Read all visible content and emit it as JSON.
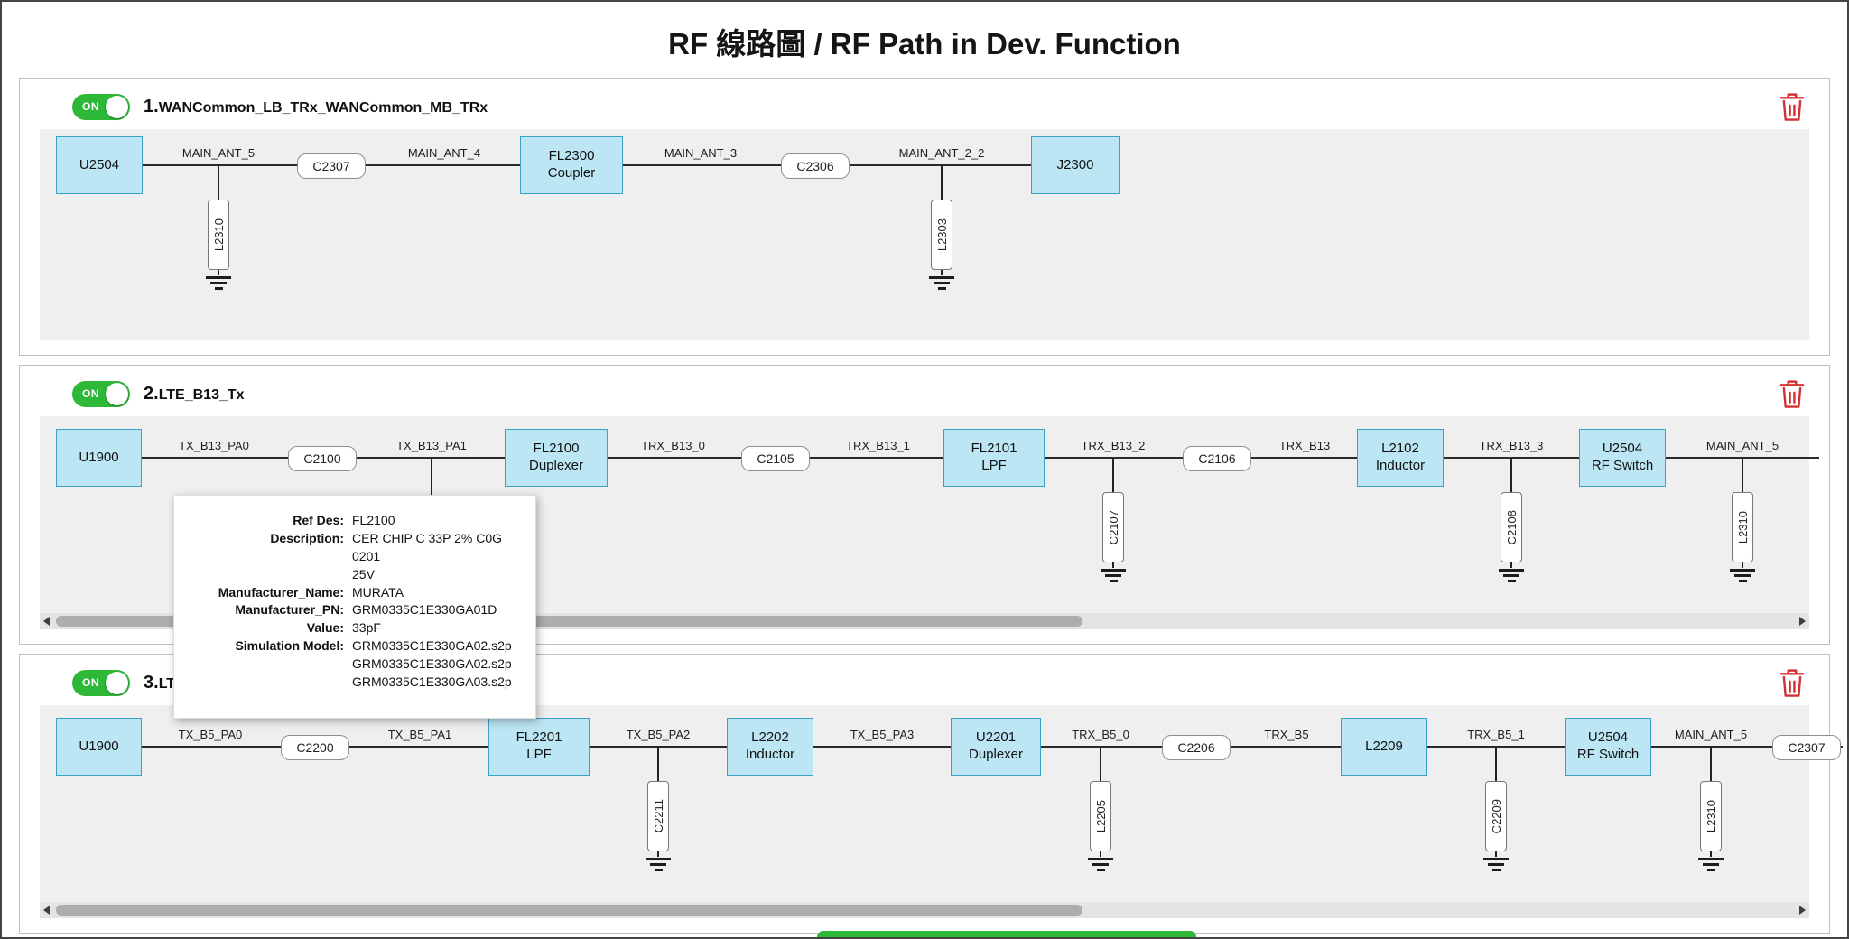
{
  "title": "RF 線路圖 / RF Path in Dev. Function",
  "panels": [
    {
      "number": "1.",
      "title": "WANCommon_LB_TRx_WANCommon_MB_TRx",
      "toggle_label": "ON",
      "items": [
        {
          "type": "chip",
          "label": "U2504",
          "w": 96
        },
        {
          "type": "net",
          "label": "MAIN_ANT_5",
          "shunt": "L2310",
          "w": 168
        },
        {
          "type": "series",
          "label": "C2307",
          "w": 82
        },
        {
          "type": "net",
          "label": "MAIN_ANT_4",
          "w": 168
        },
        {
          "type": "chip",
          "label": "FL2300",
          "sub": "Coupler",
          "w": 114
        },
        {
          "type": "net",
          "label": "MAIN_ANT_3",
          "w": 172
        },
        {
          "type": "series",
          "label": "C2306",
          "w": 82
        },
        {
          "type": "net",
          "label": "MAIN_ANT_2_2",
          "shunt": "L2303",
          "w": 198
        },
        {
          "type": "chip",
          "label": "J2300",
          "w": 98
        }
      ]
    },
    {
      "number": "2.",
      "title": "LTE_B13_Tx",
      "toggle_label": "ON",
      "scroll_thumb_pct": 58,
      "items": [
        {
          "type": "chip",
          "label": "U1900",
          "w": 95
        },
        {
          "type": "net",
          "label": "TX_B13_PA0",
          "w": 160
        },
        {
          "type": "series",
          "label": "C2100",
          "w": 80
        },
        {
          "type": "net",
          "label": "TX_B13_PA1",
          "stub": true,
          "w": 162
        },
        {
          "type": "chip",
          "label": "FL2100",
          "sub": "Duplexer",
          "w": 114
        },
        {
          "type": "net",
          "label": "TRX_B13_0",
          "w": 145
        },
        {
          "type": "series",
          "label": "C2105",
          "w": 82
        },
        {
          "type": "net",
          "label": "TRX_B13_1",
          "w": 145
        },
        {
          "type": "chip",
          "label": "FL2101",
          "sub": "LPF",
          "w": 112
        },
        {
          "type": "net",
          "label": "TRX_B13_2",
          "shunt": "C2107",
          "w": 152
        },
        {
          "type": "series",
          "label": "C2106",
          "w": 78
        },
        {
          "type": "net",
          "label": "TRX_B13",
          "w": 116
        },
        {
          "type": "chip",
          "label": "L2102",
          "sub": "Inductor",
          "w": 96
        },
        {
          "type": "net",
          "label": "TRX_B13_3",
          "shunt": "C2108",
          "w": 150
        },
        {
          "type": "chip",
          "label": "U2504",
          "sub": "RF Switch",
          "w": 96
        },
        {
          "type": "net",
          "label": "MAIN_ANT_5",
          "shunt": "L2310",
          "w": 170
        }
      ]
    },
    {
      "number": "3.",
      "title": "LTE_",
      "toggle_label": "ON",
      "scroll_thumb_pct": 58,
      "items": [
        {
          "type": "chip",
          "label": "U1900",
          "w": 95
        },
        {
          "type": "net",
          "label": "TX_B5_PA0",
          "w": 152
        },
        {
          "type": "series",
          "label": "C2200",
          "w": 80
        },
        {
          "type": "net",
          "label": "TX_B5_PA1",
          "w": 152
        },
        {
          "type": "chip",
          "label": "FL2201",
          "sub": "LPF",
          "w": 112
        },
        {
          "type": "net",
          "label": "TX_B5_PA2",
          "shunt": "C2211",
          "w": 152
        },
        {
          "type": "chip",
          "label": "L2202",
          "sub": "Inductor",
          "w": 96
        },
        {
          "type": "net",
          "label": "TX_B5_PA3",
          "w": 152
        },
        {
          "type": "chip",
          "label": "U2201",
          "sub": "Duplexer",
          "w": 100
        },
        {
          "type": "net",
          "label": "TRX_B5_0",
          "shunt": "L2205",
          "w": 132
        },
        {
          "type": "series",
          "label": "C2206",
          "w": 80
        },
        {
          "type": "net",
          "label": "TRX_B5",
          "w": 120
        },
        {
          "type": "chip",
          "label": "L2209",
          "w": 96
        },
        {
          "type": "net",
          "label": "TRX_B5_1",
          "shunt": "C2209",
          "w": 152
        },
        {
          "type": "chip",
          "label": "U2504",
          "sub": "RF Switch",
          "w": 96
        },
        {
          "type": "net",
          "label": "MAIN_ANT_5",
          "shunt": "L2310",
          "w": 132
        },
        {
          "type": "series",
          "label": "C2307",
          "w": 80
        }
      ]
    }
  ],
  "tooltip": {
    "rows": [
      {
        "label": "Ref Des:",
        "values": [
          "FL2100"
        ]
      },
      {
        "label": "Description:",
        "values": [
          "CER CHIP C 33P 2% C0G 0201",
          "25V"
        ]
      },
      {
        "label": "Manufacturer_Name:",
        "values": [
          "MURATA"
        ]
      },
      {
        "label": "Manufacturer_PN:",
        "values": [
          "GRM0335C1E330GA01D"
        ]
      },
      {
        "label": "Value:",
        "values": [
          "33pF"
        ]
      },
      {
        "label": "Simulation Model:",
        "values": [
          "GRM0335C1E330GA02.s2p",
          "GRM0335C1E330GA02.s2p",
          "GRM0335C1E330GA03.s2p"
        ]
      }
    ]
  }
}
